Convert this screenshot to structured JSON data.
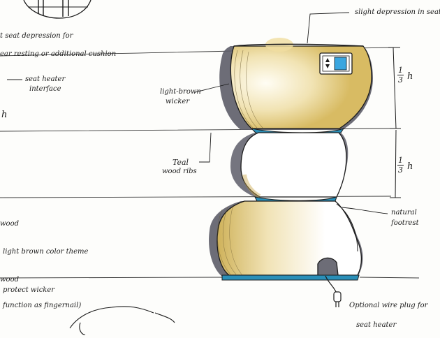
{
  "annotations": {
    "slight_depression": "slight depression in seat",
    "seat_depression_line1": "t seat depression for",
    "seat_depression_line2": "ear resting or additional cushion",
    "seat_heater_line1": "seat heater",
    "seat_heater_line2": "interface",
    "left_h": "h",
    "light_brown_line1": "light-brown",
    "light_brown_line2": "wicker",
    "teal_line1": "Teal",
    "teal_line2": "wood ribs",
    "fraction_numerator": "1",
    "fraction_denominator": "3",
    "fraction_h": "h",
    "wood": "wood",
    "theme": "light brown color theme",
    "wood2": "wood",
    "protect": "protect wicker",
    "fingernail": "function as fingernail)",
    "natural_line1": "natural",
    "natural_line2": "footrest",
    "plug_line1": "Optional wire plug for",
    "plug_line2": "seat heater"
  },
  "interface_icon": "seat-heater-control-icon",
  "colors": {
    "ink": "#1b1b1b",
    "wicker": "#e9d79c",
    "wicker_dark": "#c9a94e",
    "shadow": "#5a5a66",
    "teal": "#2a8fb8",
    "screen": "#3aa6e0"
  }
}
